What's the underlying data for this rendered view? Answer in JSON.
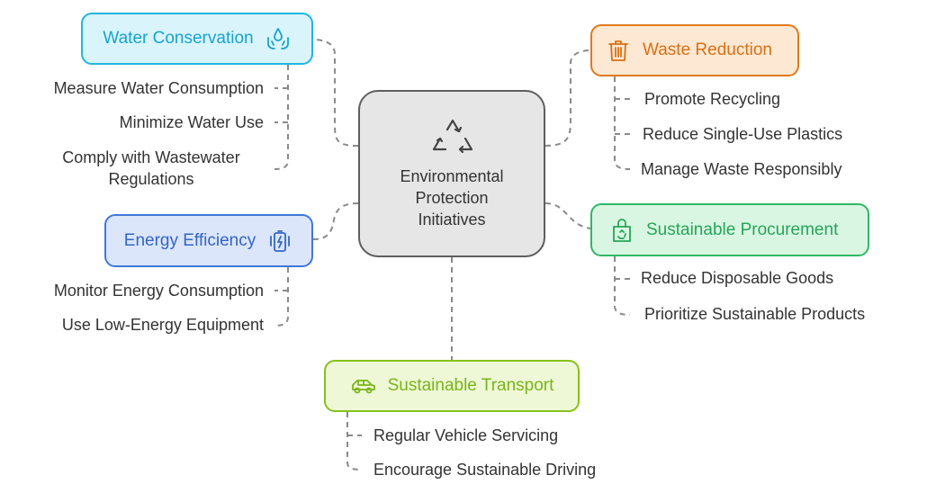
{
  "center": {
    "title_lines": [
      "Environmental",
      "Protection",
      "Initiatives"
    ],
    "icon": "recycle-icon"
  },
  "colors": {
    "water": "#1fb6e0",
    "water_bg": "#d9f4fb",
    "waste": "#e07a1a",
    "waste_bg": "#fde8d3",
    "energy": "#3f78d8",
    "energy_bg": "#dbe6fa",
    "procurement": "#2fb866",
    "procurement_bg": "#d9f6e3",
    "transport": "#86c21a",
    "transport_bg": "#eef7d6",
    "center_bg": "#e6e6e6",
    "center_border": "#5e5e5e"
  },
  "nodes": {
    "water": {
      "label": "Water Conservation",
      "icon": "water-hands-icon",
      "items": [
        "Measure Water Consumption",
        "Minimize Water Use",
        "Comply with Wastewater Regulations"
      ]
    },
    "waste": {
      "label": "Waste Reduction",
      "icon": "trash-icon",
      "items": [
        "Promote Recycling",
        "Reduce Single-Use Plastics",
        "Manage Waste Responsibly"
      ]
    },
    "energy": {
      "label": "Energy Efficiency",
      "icon": "battery-recycle-icon",
      "items": [
        "Monitor Energy Consumption",
        "Use Low-Energy Equipment"
      ]
    },
    "procurement": {
      "label": "Sustainable Procurement",
      "icon": "eco-bag-icon",
      "items": [
        "Reduce Disposable Goods",
        "Prioritize Sustainable Products"
      ]
    },
    "transport": {
      "label": "Sustainable Transport",
      "icon": "car-icon",
      "items": [
        "Regular Vehicle Servicing",
        "Encourage Sustainable Driving"
      ]
    }
  }
}
